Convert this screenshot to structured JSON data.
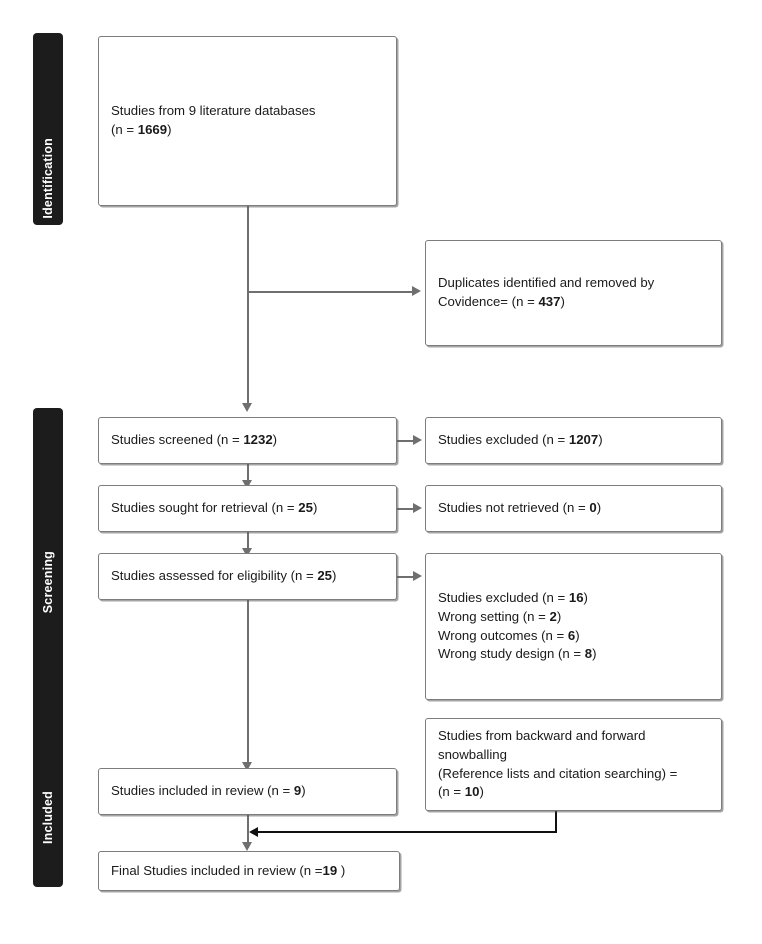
{
  "diagram": {
    "title": "PRISMA flow diagram",
    "line_color": "#6f6f6f",
    "box_border_color": "#7d7d7d",
    "stage_bar_color": "#1c1c1c",
    "background": "#ffffff"
  },
  "stages": [
    {
      "id": "identification",
      "label": "Identification"
    },
    {
      "id": "screening",
      "label": "Screening"
    },
    {
      "id": "included",
      "label": "Included"
    }
  ],
  "boxes": {
    "records_identified": {
      "line1": "Studies from 9 literature databases",
      "line2_prefix": "(n = ",
      "line2_value": "1669",
      "line2_suffix": ")"
    },
    "duplicates_removed": {
      "line1": "Duplicates identified and removed by",
      "line2_prefix": "Covidence= (n = ",
      "line2_value": "437",
      "line2_suffix": ")"
    },
    "studies_screened": {
      "text_prefix": "Studies screened (n = ",
      "value": "1232",
      "text_suffix": ")"
    },
    "studies_excluded_screening": {
      "text_prefix": "Studies excluded (n = ",
      "value": "1207",
      "text_suffix": ")"
    },
    "studies_sought": {
      "text_prefix": "Studies sought for retrieval (n = ",
      "value": "25",
      "text_suffix": ")"
    },
    "studies_not_retrieved": {
      "text_prefix": "Studies not retrieved (n = ",
      "value": "0",
      "text_suffix": ")"
    },
    "studies_assessed": {
      "text_prefix": "Studies assessed for eligibility (n = ",
      "value": "25",
      "text_suffix": ")"
    },
    "studies_excluded_eligibility": {
      "heading_prefix": "Studies excluded (n = ",
      "heading_value": "16",
      "heading_suffix": ")",
      "reasons": [
        {
          "label_prefix": "Wrong setting (n = ",
          "value": "2",
          "label_suffix": ")"
        },
        {
          "label_prefix": "Wrong outcomes (n = ",
          "value": "6",
          "label_suffix": ")"
        },
        {
          "label_prefix": "Wrong study design (n = ",
          "value": "8",
          "label_suffix": ")"
        }
      ]
    },
    "snowballing": {
      "line1": "Studies from backward and forward",
      "line2": "snowballing",
      "line3": "(Reference lists and citation searching) =",
      "line4_prefix": "(n = ",
      "line4_value": "10",
      "line4_suffix": ")"
    },
    "studies_included": {
      "text_prefix": "Studies included in review (n = ",
      "value": "9",
      "text_suffix": ")"
    },
    "final_included": {
      "text_prefix": "Final Studies included in review (n =",
      "value": "19",
      "text_suffix": " )"
    }
  },
  "chart_data": {
    "type": "diagram",
    "title": "PRISMA flow diagram",
    "nodes": [
      {
        "id": "records_identified",
        "stage": "Identification",
        "label": "Studies from 9 literature databases",
        "n": 1669
      },
      {
        "id": "duplicates_removed",
        "stage": "Identification",
        "label": "Duplicates identified and removed by Covidence=",
        "n": 437
      },
      {
        "id": "studies_screened",
        "stage": "Screening",
        "label": "Studies screened",
        "n": 1232
      },
      {
        "id": "studies_excluded_screening",
        "stage": "Screening",
        "label": "Studies excluded",
        "n": 1207
      },
      {
        "id": "studies_sought",
        "stage": "Screening",
        "label": "Studies sought for retrieval",
        "n": 25
      },
      {
        "id": "studies_not_retrieved",
        "stage": "Screening",
        "label": "Studies not retrieved",
        "n": 0
      },
      {
        "id": "studies_assessed",
        "stage": "Screening",
        "label": "Studies assessed for eligibility",
        "n": 25
      },
      {
        "id": "studies_excluded_eligibility",
        "stage": "Screening",
        "label": "Studies excluded",
        "n": 16,
        "reasons": [
          {
            "label": "Wrong setting",
            "n": 2
          },
          {
            "label": "Wrong outcomes",
            "n": 6
          },
          {
            "label": "Wrong study design",
            "n": 8
          }
        ]
      },
      {
        "id": "snowballing",
        "stage": "Included",
        "label": "Studies from backward and forward snowballing (Reference lists and citation searching) =",
        "n": 10
      },
      {
        "id": "studies_included",
        "stage": "Included",
        "label": "Studies included in review",
        "n": 9
      },
      {
        "id": "final_included",
        "stage": "Included",
        "label": "Final Studies included in review",
        "n": 19
      }
    ],
    "edges": [
      {
        "from": "records_identified",
        "to": "duplicates_removed",
        "direction": "right"
      },
      {
        "from": "records_identified",
        "to": "studies_screened",
        "direction": "down"
      },
      {
        "from": "studies_screened",
        "to": "studies_excluded_screening",
        "direction": "right"
      },
      {
        "from": "studies_screened",
        "to": "studies_sought",
        "direction": "down"
      },
      {
        "from": "studies_sought",
        "to": "studies_not_retrieved",
        "direction": "right"
      },
      {
        "from": "studies_sought",
        "to": "studies_assessed",
        "direction": "down"
      },
      {
        "from": "studies_assessed",
        "to": "studies_excluded_eligibility",
        "direction": "right"
      },
      {
        "from": "studies_assessed",
        "to": "studies_included",
        "direction": "down"
      },
      {
        "from": "studies_included",
        "to": "final_included",
        "direction": "down"
      },
      {
        "from": "snowballing",
        "to": "final_included",
        "direction": "left"
      }
    ]
  }
}
